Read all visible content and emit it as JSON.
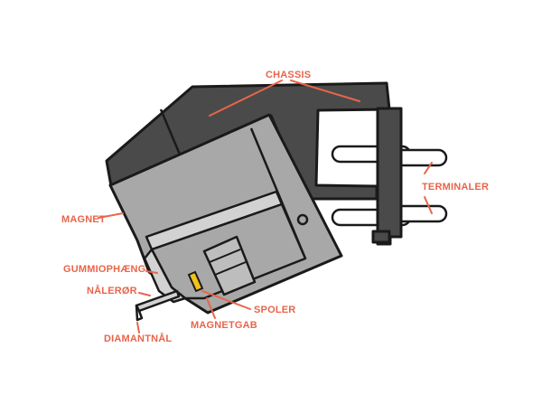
{
  "colors": {
    "label": "#e8654a",
    "outline": "#1a1a1a",
    "chassis": "#4a4a4a",
    "body": "#a8a8a8",
    "light": "#d2d2d2",
    "background": "#ffffff",
    "coil": "#f2c11c"
  },
  "labels": {
    "chassis": "CHASSIS",
    "terminals": "TERMINALER",
    "magnet": "MAGNET",
    "rubber_damper": "GUMMIOPHÆNG",
    "cantilever": "NÅLERØR",
    "diamond_stylus": "DIAMANTNÅL",
    "coils": "SPOLER",
    "magnet_gap": "MAGNETGAB"
  }
}
